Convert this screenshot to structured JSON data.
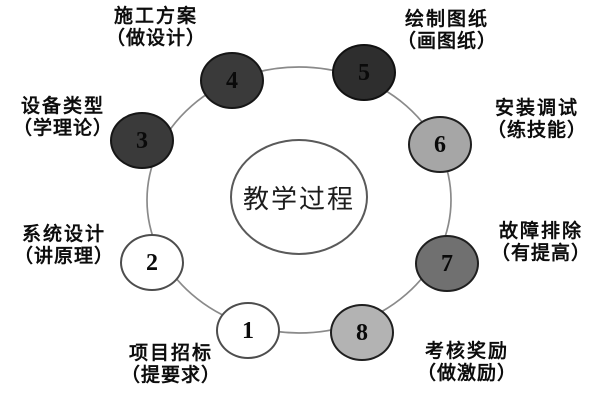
{
  "diagram": {
    "center_label": "教学过程",
    "ring_color": "#8a8a8a",
    "nodes": [
      {
        "number": "1",
        "label": "项目招标",
        "sublabel": "（提要求）",
        "fill": "#ffffff",
        "border": "#4d4d4d"
      },
      {
        "number": "2",
        "label": "系统设计",
        "sublabel": "（讲原理）",
        "fill": "#ffffff",
        "border": "#4d4d4d"
      },
      {
        "number": "3",
        "label": "设备类型",
        "sublabel": "（学理论）",
        "fill": "#3a3a3a",
        "border": "#161616"
      },
      {
        "number": "4",
        "label": "施工方案",
        "sublabel": "（做设计）",
        "fill": "#3a3a3a",
        "border": "#161616"
      },
      {
        "number": "5",
        "label": "绘制图纸",
        "sublabel": "（画图纸）",
        "fill": "#2e2e2e",
        "border": "#111111"
      },
      {
        "number": "6",
        "label": "安装调试",
        "sublabel": "（练技能）",
        "fill": "#a6a6a6",
        "border": "#1f1f1f"
      },
      {
        "number": "7",
        "label": "故障排除",
        "sublabel": "（有提高）",
        "fill": "#707070",
        "border": "#1f1f1f"
      },
      {
        "number": "8",
        "label": "考核奖励",
        "sublabel": "（做激励）",
        "fill": "#b3b3b3",
        "border": "#1f1f1f"
      }
    ]
  }
}
